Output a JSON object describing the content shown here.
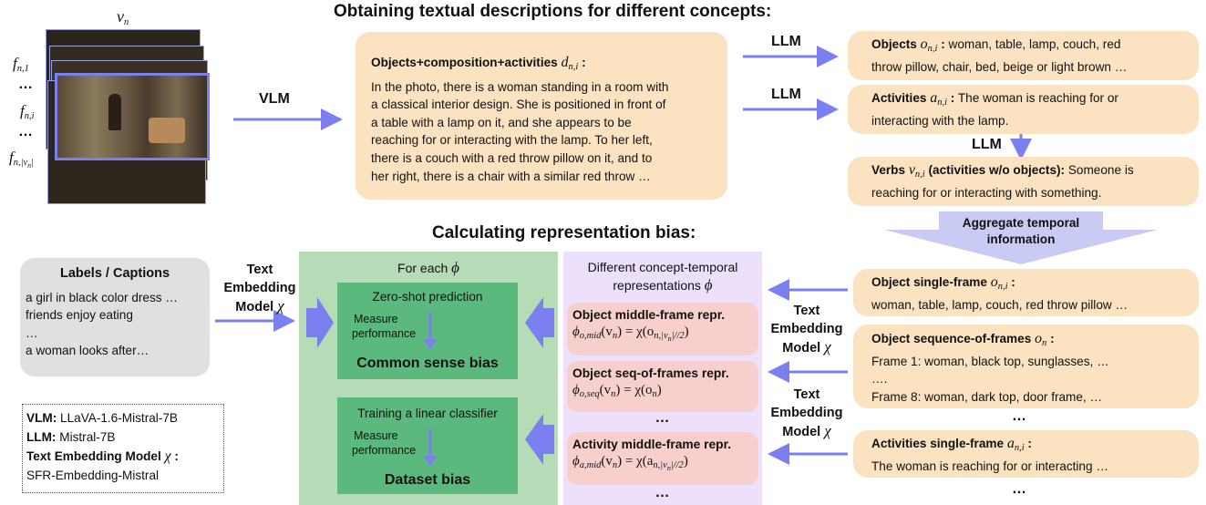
{
  "titles": {
    "top": "Obtaining textual descriptions for different concepts:",
    "bottom": "Calculating representation bias:"
  },
  "video": {
    "v_label": "v",
    "v_sub": "n",
    "f_label": "f",
    "f1_sub": "n,1",
    "fi_sub": "n,i",
    "fv_sub": "n,|v",
    "fv_sub2": "n",
    "fv_sub3": "|",
    "dots1": "…",
    "dots2": "…"
  },
  "arrows": {
    "vlm": "VLM",
    "llm1": "LLM",
    "llm2": "LLM",
    "llm3": "LLM",
    "aggregate_line1": "Aggregate temporal",
    "aggregate_line2": "information",
    "text_embed_left_1": "Text",
    "text_embed_left_2": "Embedding",
    "text_embed_left_3": "Model",
    "text_embed_r1_1": "Text",
    "text_embed_r1_2": "Embedding",
    "text_embed_r1_3": "Model",
    "text_embed_r2_1": "Text",
    "text_embed_r2_2": "Embedding",
    "text_embed_r2_3": "Model",
    "chi": "χ"
  },
  "description": {
    "heading": "Objects+composition+activities",
    "sym": "d",
    "sym_sub": "n,i",
    "colon": " :",
    "lines": [
      "In the photo, there is a woman standing in a room with",
      "a classical interior design. She is positioned in front of",
      "a table with a lamp on it, and she appears to be",
      "reaching for or interacting with the lamp. To her left,",
      "there is a couch with a red throw pillow on it, and to",
      "her right, there is a chair with a similar red throw …"
    ]
  },
  "objects": {
    "label": "Objects",
    "sym": "o",
    "sub": "n,i",
    "colon": " :",
    "text1": "woman, table, lamp, couch, red",
    "text2": "throw pillow, chair, bed, beige or light brown …"
  },
  "activities": {
    "label": "Activities",
    "sym": "a",
    "sub": "n,i",
    "colon": " :",
    "text1": "The woman is reaching for or",
    "text2": "interacting with the lamp."
  },
  "verbs": {
    "label": "Verbs",
    "sym": "ν",
    "sub": "n,i",
    "label2": "(activities w/o objects):",
    "text1": "Someone is",
    "text2": "reaching for or interacting with something."
  },
  "labels_box": {
    "title": "Labels / Captions",
    "items": [
      "a girl in black color dress …",
      "friends enjoy eating",
      "…",
      "a woman looks after…"
    ]
  },
  "legend": {
    "vlm_key": "VLM:",
    "vlm_val": "LLaVA-1.6-Mistral-7B",
    "llm_key": "LLM:",
    "llm_val": "Mistral-7B",
    "tem_key": "Text Embedding Model",
    "tem_chi": "χ",
    "tem_colon": " :",
    "tem_val": "SFR-Embedding-Mistral"
  },
  "green_panel": {
    "header": "For each",
    "phi": "ϕ",
    "zero_shot": "Zero-shot prediction",
    "measure1": "Measure",
    "performance1": "performance",
    "common": "Common sense bias",
    "train": "Training a linear classifier",
    "measure2": "Measure",
    "performance2": "performance",
    "dataset": "Dataset bias"
  },
  "purple_panel": {
    "header1": "Different concept-temporal",
    "header2": "representations",
    "phi": "ϕ",
    "repr": [
      {
        "label": "Object middle-frame repr.",
        "f_left": "ϕ",
        "f_sub": "o,mid",
        "f_mid": "(v",
        "f_mid_sub": "n",
        "f_eq": ") = χ(o",
        "f_sub2": "n,|v",
        "f_sub2b": "n",
        "f_sub2c": "|//2",
        "f_end": ")"
      },
      {
        "label": "Object seq-of-frames repr.",
        "f_left": "ϕ",
        "f_sub": "o,seq",
        "f_mid": "(v",
        "f_mid_sub": "n",
        "f_eq": ") = χ(o",
        "f_sub2": "n",
        "f_sub2b": "",
        "f_sub2c": "",
        "f_end": ")"
      },
      {
        "label": "Activity middle-frame repr.",
        "f_left": "ϕ",
        "f_sub": "a,mid",
        "f_mid": "(v",
        "f_mid_sub": "n",
        "f_eq": ") = χ(a",
        "f_sub2": "n,|v",
        "f_sub2b": "n",
        "f_sub2c": "|//2",
        "f_end": ")"
      }
    ],
    "dots1": "…",
    "dots2": "…"
  },
  "right_boxes": {
    "obj_single_label": "Object single-frame",
    "obj_single_sym": "o",
    "obj_single_sub": "n,i",
    "obj_single_colon": " :",
    "obj_single_text": "woman, table, lamp, couch, red throw pillow …",
    "obj_seq_label": "Object sequence-of-frames",
    "obj_seq_sym": "o",
    "obj_seq_sub": "n",
    "obj_seq_colon": " :",
    "obj_seq_line1": "Frame 1: woman, black top, sunglasses, …",
    "obj_seq_line2": "….",
    "obj_seq_line3": "Frame 8: woman, dark top, door frame,  …",
    "dots_mid": "…",
    "act_single_label": "Activities single-frame",
    "act_single_sym": "a",
    "act_single_sub": "n,i",
    "act_single_colon": " :",
    "act_single_text": "The woman is reaching for or interacting …",
    "dots_bottom": "…"
  },
  "colors": {
    "peach": "#fbe3c2",
    "green_light": "#b5dcb6",
    "green_dark": "#5cb97d",
    "lavender": "#ece0fb",
    "pink": "#f7d0cd",
    "arrow": "#7b7ff0",
    "gray": "#e0e0e0"
  }
}
